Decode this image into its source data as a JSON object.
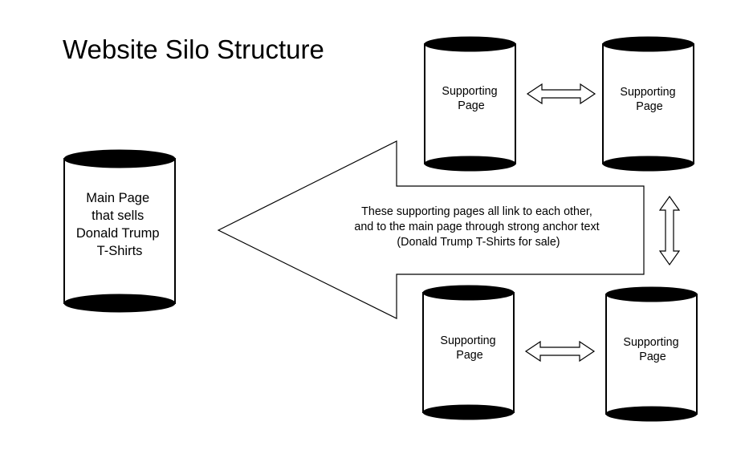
{
  "title": "Website Silo Structure",
  "main_page": {
    "lines": [
      "Main Page",
      "that sells",
      "Donald Trump",
      "T-Shirts"
    ]
  },
  "supporting_pages": [
    {
      "lines": [
        "Supporting",
        "Page"
      ]
    },
    {
      "lines": [
        "Supporting",
        "Page"
      ]
    },
    {
      "lines": [
        "Supporting",
        "Page"
      ]
    },
    {
      "lines": [
        "Supporting",
        "Page"
      ]
    }
  ],
  "arrow_text": {
    "lines": [
      "These supporting pages all link to each other,",
      "and to the main page through strong anchor text",
      "(Donald Trump T-Shirts for sale)"
    ]
  }
}
